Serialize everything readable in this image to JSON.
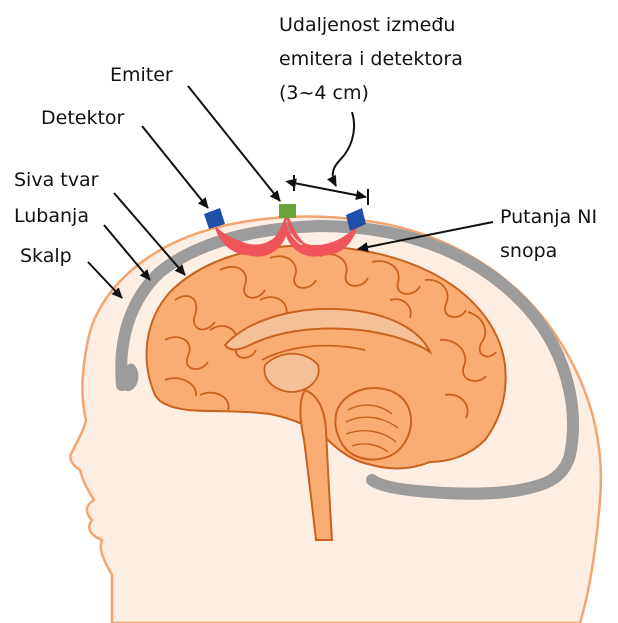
{
  "colors": {
    "head_fill": "#fdeee4",
    "head_outline": "#f2a66e",
    "skull": "#9c9c9c",
    "brain_fill": "#f9ad72",
    "brain_line": "#c9621d",
    "emitter": "#6aa339",
    "detector": "#1f4fa8",
    "light_path": "#f0545b",
    "arrow": "#111111"
  },
  "icons": {
    "emitter": "green-square-emitter",
    "detector": "blue-trapezoid-detector",
    "banana_path": "red-crescent-light-path"
  },
  "labels": {
    "distance": [
      "Udaljenost između",
      "emitera i detektora",
      "(3~4 cm)"
    ],
    "emitter": "Emiter",
    "detector": "Detektor",
    "gray_matter": "Siva tvar",
    "skull": "Lubanja",
    "scalp": "Skalp",
    "path": [
      "Putanja NI",
      "snopa"
    ]
  }
}
